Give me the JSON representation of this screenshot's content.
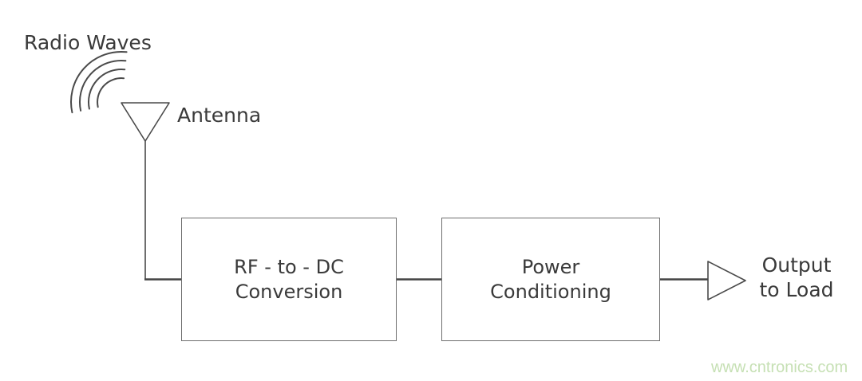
{
  "diagram": {
    "radio_waves_label": "Radio Waves",
    "antenna_label": "Antenna",
    "blocks": [
      {
        "id": "rf-to-dc-conversion",
        "line1": "RF - to - DC",
        "line2": "Conversion"
      },
      {
        "id": "power-conditioning",
        "line1": "Power",
        "line2": "Conditioning"
      }
    ],
    "output_label": {
      "line1": "Output",
      "line2": "to Load"
    },
    "icons": {
      "radio_waves": "wave-arcs-icon",
      "antenna": "antenna-triangle-icon",
      "output_arrow": "right-open-arrow-icon"
    },
    "colors": {
      "line": "#4a4a4a",
      "box_border": "#6e6e6e",
      "text": "#3a3a3a",
      "watermark": "#c6e0b4",
      "background": "#ffffff"
    }
  },
  "watermark": {
    "text": "www.cntronics.com"
  }
}
